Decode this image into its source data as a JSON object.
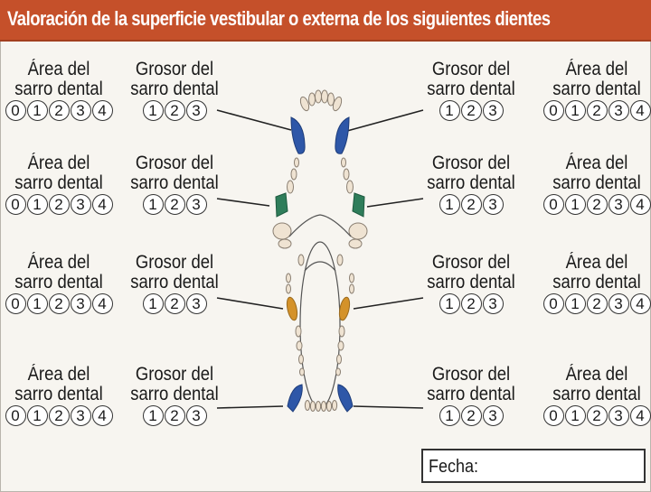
{
  "header": {
    "title": "Valoración de la superficie vestibular o externa de los siguientes dientes",
    "bg_color": "#c5502a"
  },
  "labels": {
    "area_line1": "Área del",
    "area_line2": "sarro dental",
    "grosor_line1": "Grosor del",
    "grosor_line2": "sarro dental"
  },
  "scales": {
    "area": [
      "0",
      "1",
      "2",
      "3",
      "4"
    ],
    "grosor": [
      "1",
      "2",
      "3"
    ]
  },
  "rows": [
    {
      "position": "upper-canines",
      "tooth_color": "#2e57a8"
    },
    {
      "position": "upper-carnassials",
      "tooth_color": "#2f7d5a"
    },
    {
      "position": "lower-premolars",
      "tooth_color": "#d4922a"
    },
    {
      "position": "lower-canines",
      "tooth_color": "#2e57a8"
    }
  ],
  "footer": {
    "fecha_label": "Fecha:",
    "fecha_value": ""
  }
}
